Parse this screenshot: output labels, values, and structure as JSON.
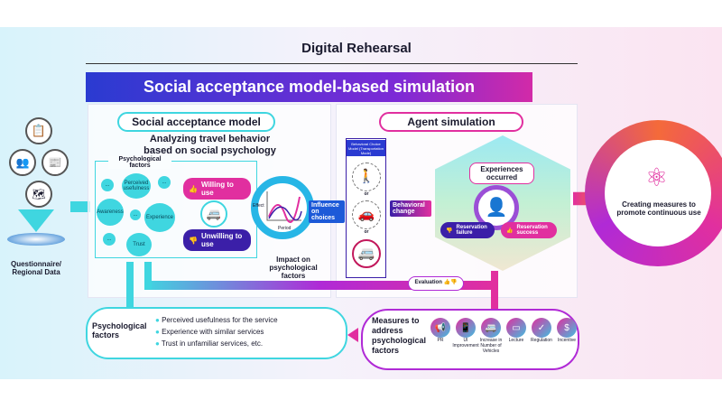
{
  "header": {
    "title": "Digital Rehearsal",
    "banner": "Social acceptance model-based simulation"
  },
  "input": {
    "label": "Questionnaire/ Regional Data",
    "icons": [
      "clipboard-icon",
      "people-icon",
      "newspaper-icon",
      "map-icon"
    ]
  },
  "sam": {
    "title": "Social acceptance model",
    "subtitle": "Analyzing travel behavior based on social psychology",
    "factors_label": "Psychological factors",
    "nodes": [
      "Perceived usefulness",
      "Awareness",
      "Experience",
      "Trust",
      "...",
      "...",
      "...",
      "...",
      "..."
    ],
    "willing": "Willing to use",
    "unwilling": "Unwilling to use",
    "graph_y": "Effect",
    "graph_x": "Period",
    "impact": "Impact on psychological factors",
    "influence": "Influence on choices"
  },
  "agent": {
    "title": "Agent simulation",
    "choice_model": "Behavioral Choice Model (Transportation Mode)",
    "or": "or",
    "behavioral_change": "Behavioral change",
    "experiences": "Experiences occurred",
    "failure": "Reservation failure",
    "success": "Reservation success",
    "evaluation": "Evaluation"
  },
  "output": {
    "label": "Creating measures to promote continuous use"
  },
  "bottom_left": {
    "title": "Psychological factors",
    "bullets": [
      "Perceived usefulness for the service",
      "Experience with similar services",
      "Trust in unfamiliar services, etc."
    ]
  },
  "bottom_right": {
    "title": "Measures to address psychological factors",
    "measures": [
      {
        "label": "PR",
        "icon": "megaphone-icon"
      },
      {
        "label": "UI Improvement",
        "icon": "phone-icon"
      },
      {
        "label": "Increase in Number of Vehicles",
        "icon": "vehicles-icon"
      },
      {
        "label": "Lecture",
        "icon": "screen-icon"
      },
      {
        "label": "Regulation",
        "icon": "check-icon"
      },
      {
        "label": "Incentive",
        "icon": "coin-icon"
      }
    ]
  },
  "colors": {
    "cyan": "#3fd6e0",
    "magenta": "#e12f9f",
    "blue": "#2a3bd1",
    "purple": "#7d2ad6"
  }
}
